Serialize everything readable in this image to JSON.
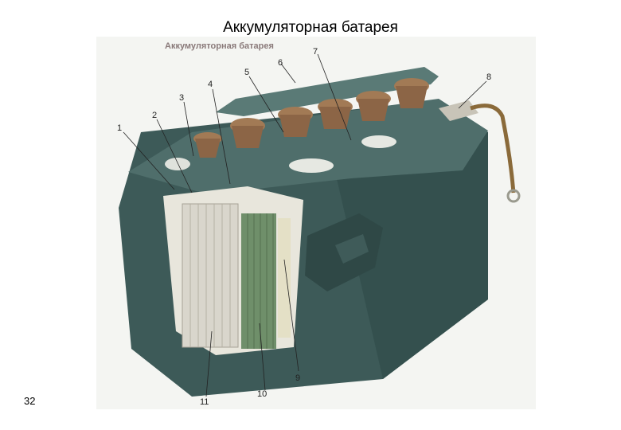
{
  "slide": {
    "title": "Аккумуляторная батарея",
    "page_number": "32"
  },
  "figure": {
    "title": "Аккумуляторная батарея",
    "callouts": [
      "1",
      "2",
      "3",
      "4",
      "5",
      "6",
      "7",
      "8",
      "9",
      "10",
      "11"
    ],
    "colors": {
      "case": "#3d5a58",
      "case_dark": "#2a3f3e",
      "lid": "#4f6e6b",
      "plates_positive": "#d9d6cc",
      "plates_negative": "#6f8f6a",
      "cap": "#9a7350",
      "terminal": "#c8c4b8",
      "cable": "#8a6a3a"
    }
  }
}
